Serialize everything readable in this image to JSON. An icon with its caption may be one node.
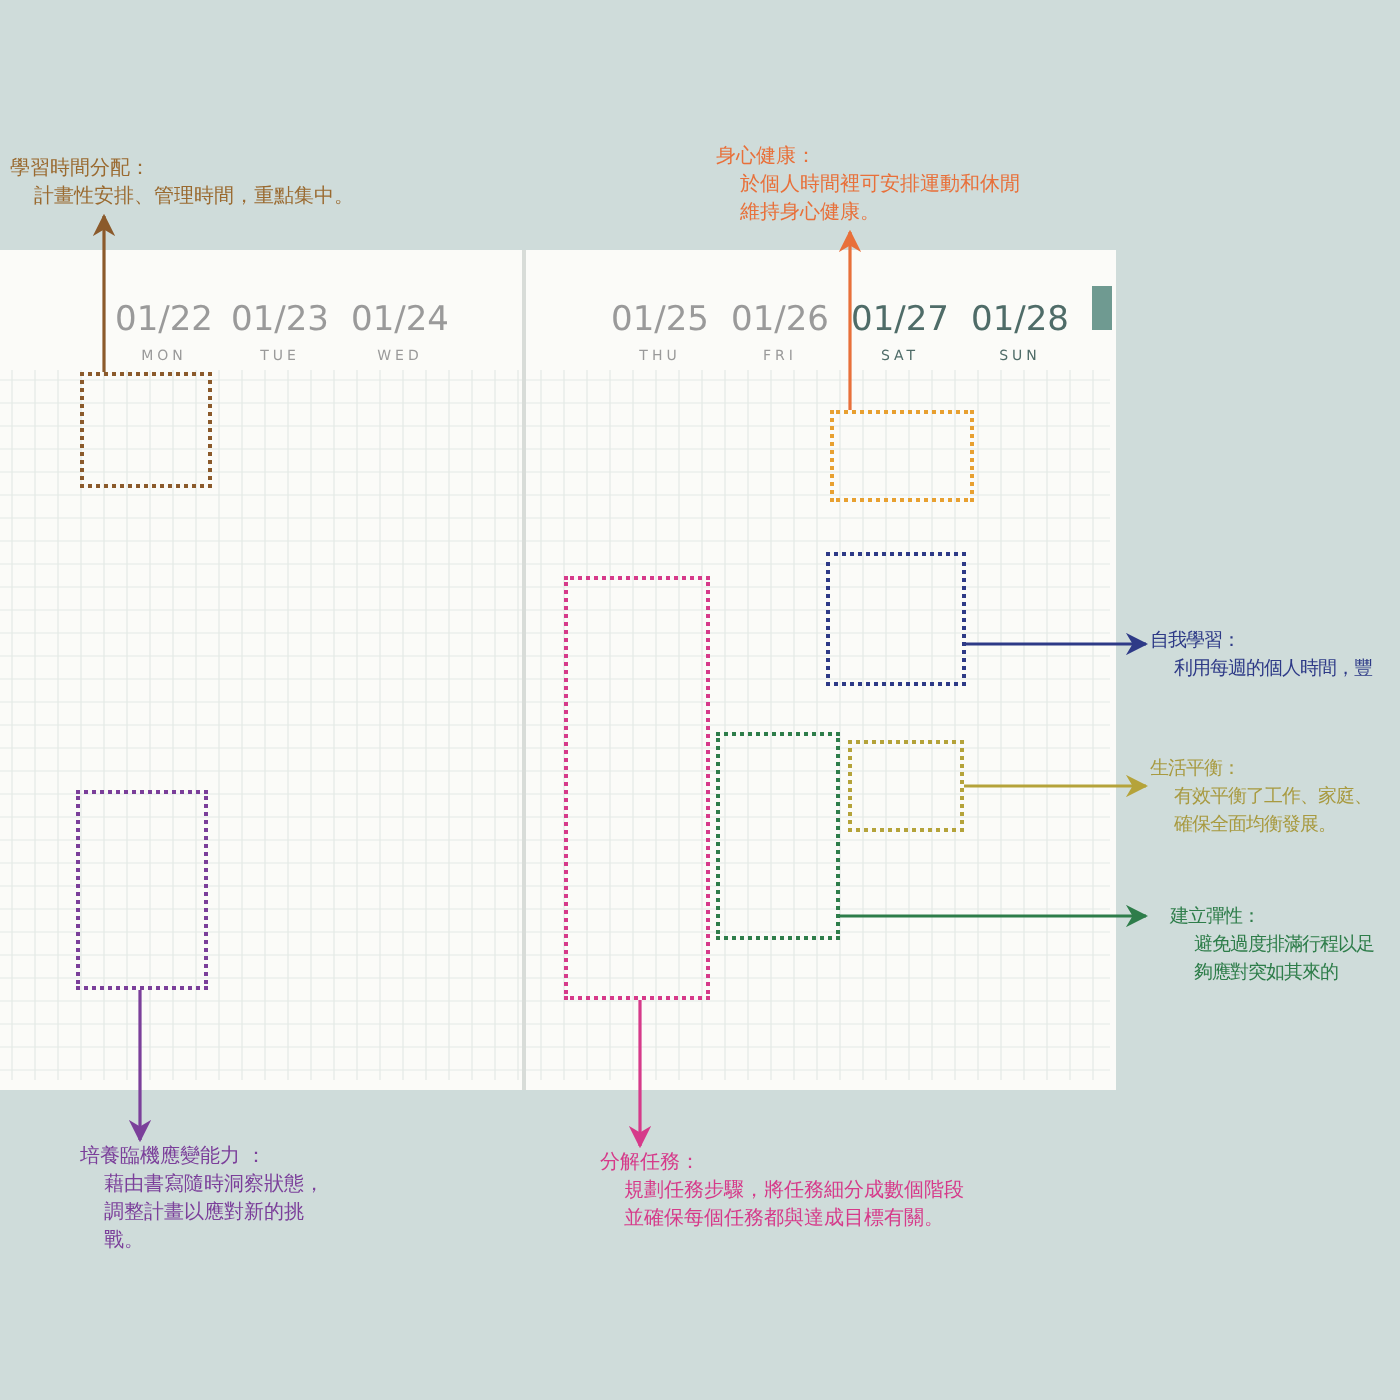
{
  "diagram": {
    "nodes": [
      {
        "text": [
          "學習時間分配：",
          "計畫性安排、管理時間，重點集中。"
        ]
      },
      {
        "text": [
          "身心健康：",
          "於個人時間裡可安排運動和休閒維持身心健康。"
        ]
      },
      {
        "text": [],
        "shape": "box"
      },
      {
        "text": [],
        "shape": "box"
      },
      {
        "text": [],
        "shape": "box"
      },
      {
        "text": [
          "自我學習：",
          "利用每週的個人時間，豐"
        ]
      },
      {
        "text": [],
        "shape": "box"
      },
      {
        "text": [
          "生活平衡：",
          "有效平衡了工作、家庭、確保全面均衡發展。"
        ]
      },
      {
        "text": [],
        "shape": "box"
      },
      {
        "text": [
          "建立彈性：",
          "避免過度排滿行程以足夠應對突如其來的"
        ]
      },
      {
        "text": [],
        "shape": "box"
      },
      {
        "text": [],
        "shape": "box"
      },
      {
        "text": [
          "培養臨機應變能力 ：",
          "藉由書寫隨時洞察狀態，調整計畫以應對新的挑戰。"
        ]
      },
      {
        "text": [
          "分解任務：",
          "規劃任務步驟，將任務細分成數個階段並確保每個任務都與達成目標有關。"
        ]
      }
    ],
    "edges": [
      {
        "from": 2,
        "to": 0,
        "arrow": "to",
        "color": "#8b5a2b"
      },
      {
        "from": 3,
        "to": 1,
        "arrow": "to",
        "color": "#e8703a"
      },
      {
        "from": 4,
        "to": 5,
        "arrow": "to",
        "color": "#2e3a87"
      },
      {
        "from": 6,
        "to": 7,
        "arrow": "to",
        "color": "#b5a33a"
      },
      {
        "from": 8,
        "to": 9,
        "arrow": "to",
        "color": "#2e7d4a"
      },
      {
        "from": 10,
        "to": 12,
        "arrow": "to",
        "color": "#7b3f9a"
      },
      {
        "from": 11,
        "to": 13,
        "arrow": "to",
        "color": "#d63a8a"
      }
    ],
    "labels": [
      "01/22",
      "01/23",
      "01/24",
      "01/25",
      "01/26",
      "01/27",
      "01/28",
      "MON",
      "TUE",
      "WED",
      "THU",
      "FRI",
      "SAT",
      "SUN"
    ]
  }
}
